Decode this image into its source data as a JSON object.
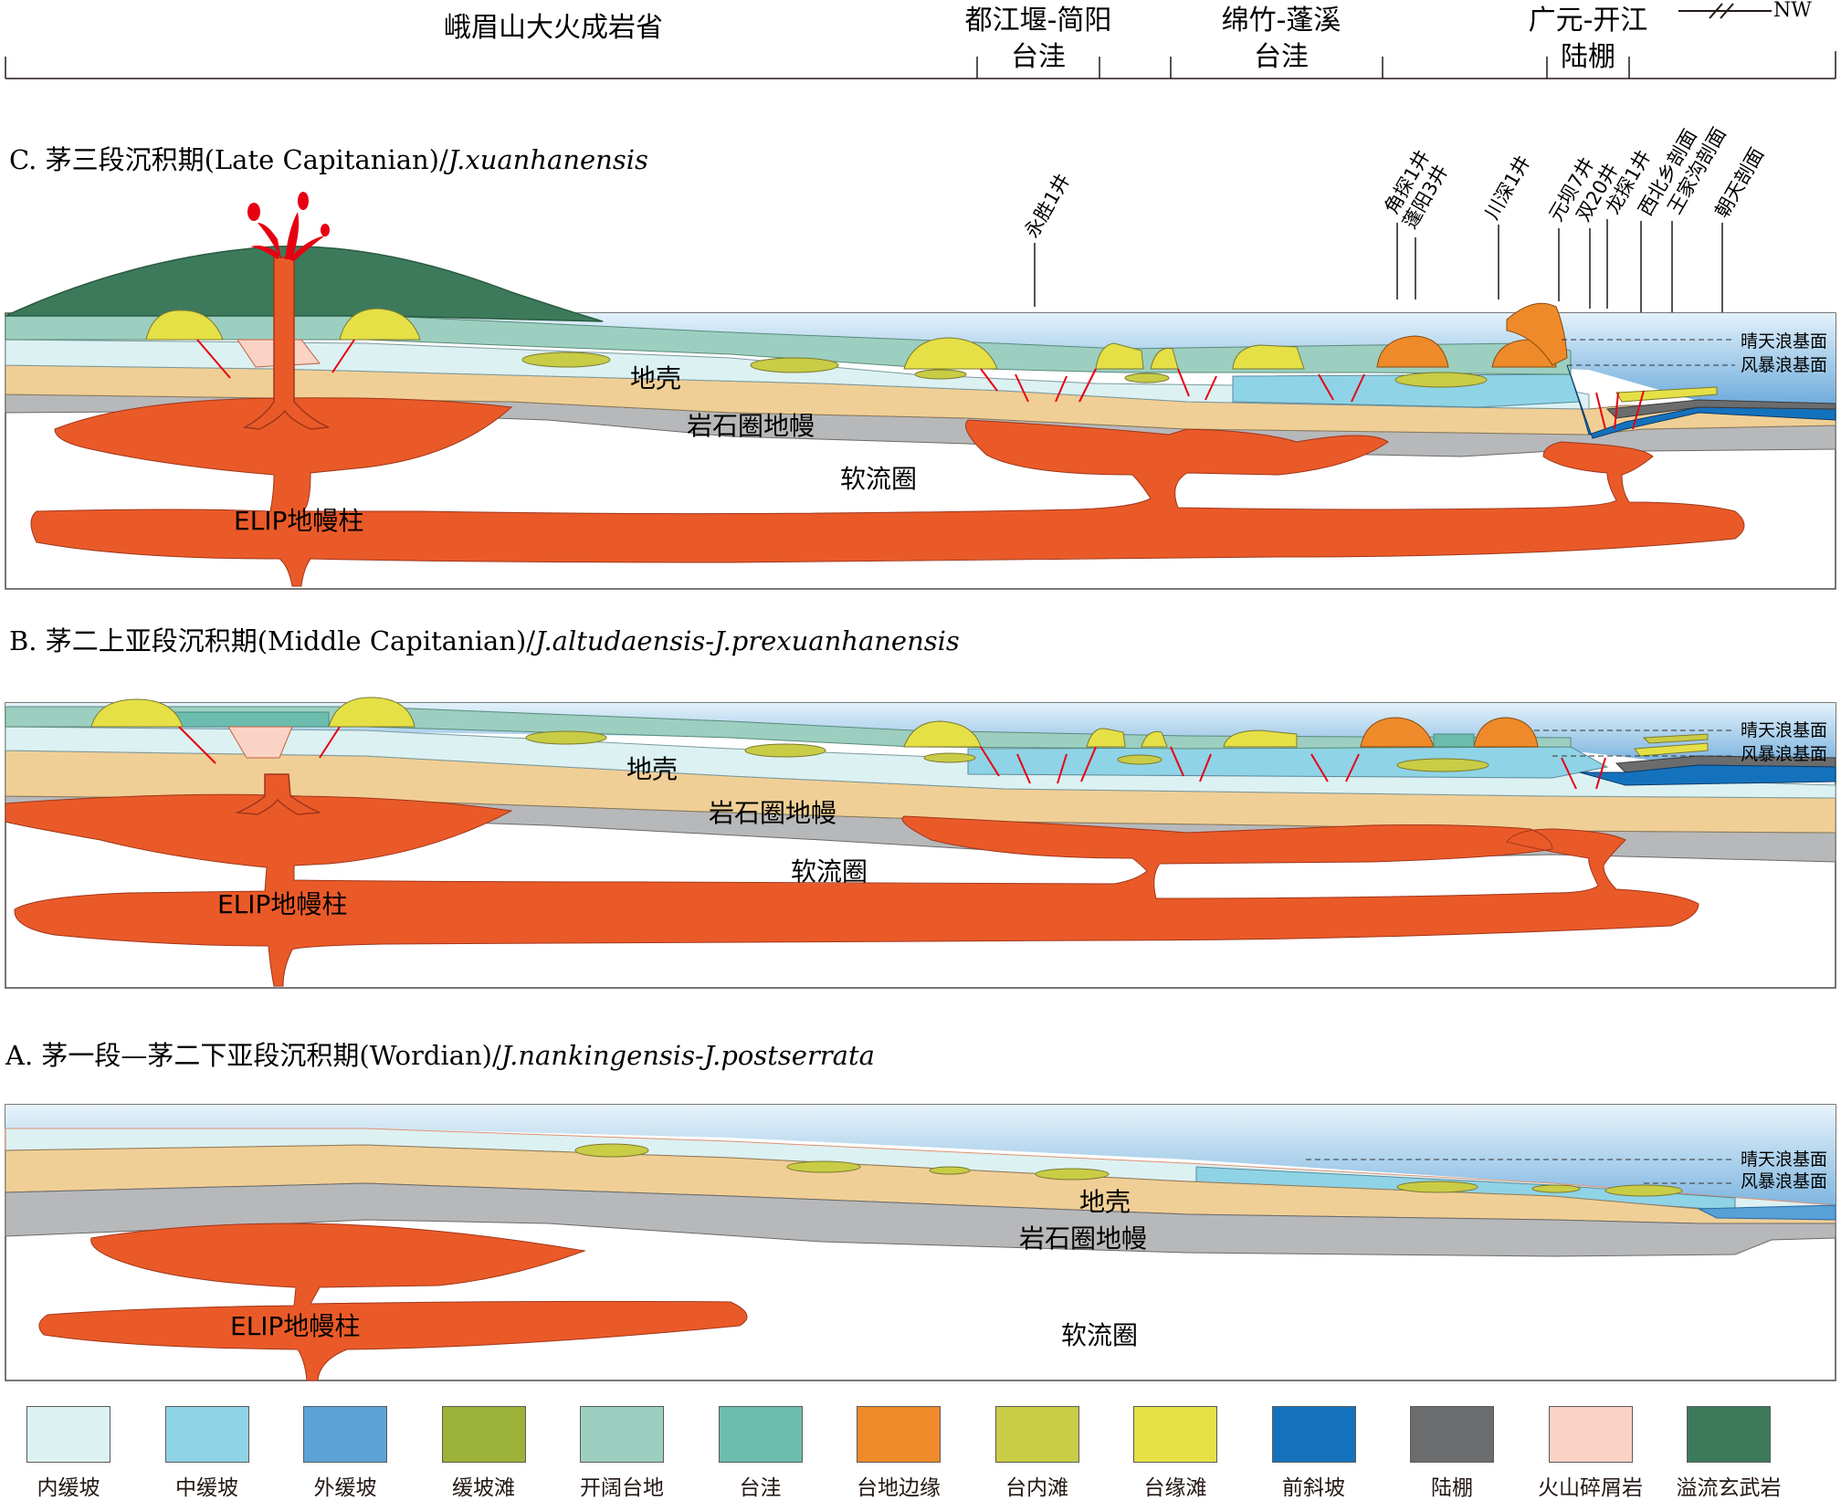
{
  "header": {
    "regions": [
      {
        "line1": "峨眉山大火成岩省",
        "line2": ""
      },
      {
        "line1": "都江堰-简阳",
        "line2": "台洼"
      },
      {
        "line1": "绵竹-蓬溪",
        "line2": "台洼"
      },
      {
        "line1": "广元-开江",
        "line2": "陆棚"
      }
    ],
    "compass": "NW"
  },
  "panels": [
    {
      "title_main": "C. 茅三段沉积期(Late Capitanian)/",
      "title_italic": "J.xuanhanensis",
      "layers": {
        "crust": "地壳",
        "lithosphere": "岩石圈地幔",
        "asthenosphere": "软流圈",
        "plume": "ELIP地幔柱"
      },
      "wells": [
        "永胜1井",
        "角探1井",
        "蓬阳3井",
        "川深1井",
        "元坝7井",
        "双20井",
        "龙探1井",
        "西北乡剖面",
        "王家沟剖面",
        "朝天剖面"
      ],
      "wave_base": {
        "fair": "晴天浪基面",
        "storm": "风暴浪基面"
      }
    },
    {
      "title_main": "B. 茅二上亚段沉积期(Middle Capitanian)/",
      "title_italic": "J.altudaensis-J.prexuanhanensis",
      "layers": {
        "crust": "地壳",
        "lithosphere": "岩石圈地幔",
        "asthenosphere": "软流圈",
        "plume": "ELIP地幔柱"
      },
      "wave_base": {
        "fair": "晴天浪基面",
        "storm": "风暴浪基面"
      }
    },
    {
      "title_main": "A. 茅一段—茅二下亚段沉积期(Wordian)/",
      "title_italic": "J.nankingensis-J.postserrata",
      "layers": {
        "crust": "地壳",
        "lithosphere": "岩石圈地幔",
        "asthenosphere": "软流圈",
        "plume": "ELIP地幔柱"
      },
      "wave_base": {
        "fair": "晴天浪基面",
        "storm": "风暴浪基面"
      }
    }
  ],
  "legend": [
    {
      "label": "内缓坡",
      "color": "#dcf1f2"
    },
    {
      "label": "中缓坡",
      "color": "#8fd3e6"
    },
    {
      "label": "外缓坡",
      "color": "#5ea3d8"
    },
    {
      "label": "缓坡滩",
      "color": "#9cb238"
    },
    {
      "label": "开阔台地",
      "color": "#9ccfc0"
    },
    {
      "label": "台洼",
      "color": "#6cbdae"
    },
    {
      "label": "台地边缘",
      "color": "#ee8a29"
    },
    {
      "label": "台内滩",
      "color": "#c9cc45"
    },
    {
      "label": "台缘滩",
      "color": "#e5e046"
    },
    {
      "label": "前斜坡",
      "color": "#1472bd"
    },
    {
      "label": "陆棚",
      "color": "#6b6c6e"
    },
    {
      "label": "火山碎屑岩",
      "color": "#fbd3c5"
    },
    {
      "label": "溢流玄武岩",
      "color": "#3d7a5c"
    }
  ],
  "colors": {
    "crust": "#f0cf96",
    "lithosphere": "#b7b8ba",
    "plume": "#ea5a28",
    "sea_top": "#e2f1fb",
    "sea_bottom": "#57a0d8",
    "fault": "#e60012"
  }
}
